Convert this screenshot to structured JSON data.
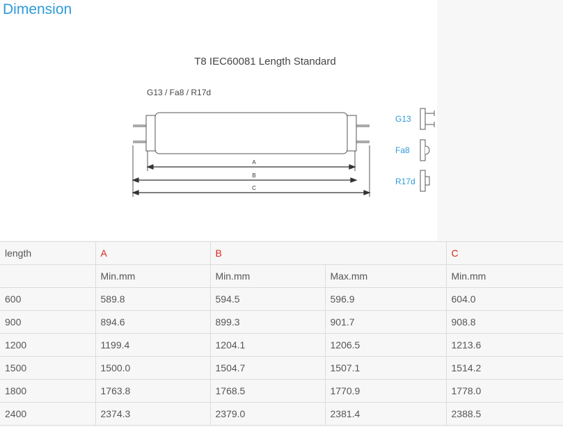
{
  "header": {
    "title": "Dimension"
  },
  "diagram": {
    "title": "T8 IEC60081 Length Standard",
    "socket_label": "G13 / Fa8 / R17d",
    "dimension_labels": [
      "A",
      "B",
      "C"
    ],
    "cap_types": [
      "G13",
      "Fa8",
      "R17d"
    ],
    "colors": {
      "cap_label": "#2e9bd8",
      "title": "#444444",
      "line": "#555555"
    }
  },
  "table": {
    "header_row_1": [
      "length",
      "A",
      "B",
      "C"
    ],
    "header_row_2": [
      "",
      "Min.mm",
      "Min.mm",
      "Max.mm",
      "Min.mm"
    ],
    "rows": [
      [
        "600",
        "589.8",
        "594.5",
        "596.9",
        "604.0"
      ],
      [
        "900",
        "894.6",
        "899.3",
        "901.7",
        "908.8"
      ],
      [
        "1200",
        "1199.4",
        "1204.1",
        "1206.5",
        "1213.6"
      ],
      [
        "1500",
        "1500.0",
        "1504.7",
        "1507.1",
        "1514.2"
      ],
      [
        "1800",
        "1763.8",
        "1768.5",
        "1770.9",
        "1778.0"
      ],
      [
        "2400",
        "2374.3",
        "2379.0",
        "2381.4",
        "2388.5"
      ]
    ],
    "colors": {
      "group_header": "#d9261c",
      "text": "#555555",
      "border": "#dcdcdc"
    }
  }
}
